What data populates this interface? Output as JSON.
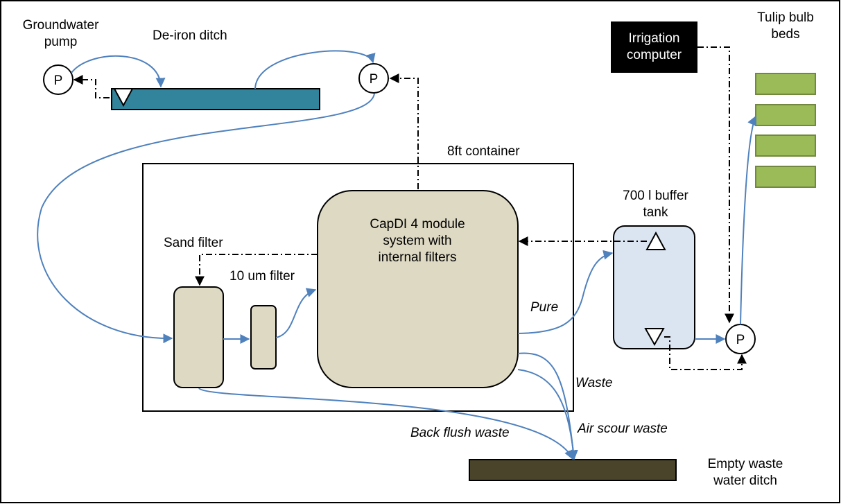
{
  "nodes": {
    "groundwater_pump": "Groundwater pump",
    "deiron_ditch": "De-iron ditch",
    "irrigation_computer": "Irrigation computer",
    "tulip_beds": "Tulip bulb beds",
    "container": "8ft container",
    "capdi": "CapDI 4 module system with internal filters",
    "buffer_tank": "700 l buffer tank",
    "sand_filter": "Sand filter",
    "um_filter": "10 um filter",
    "empty_ditch": "Empty waste water ditch"
  },
  "flows": {
    "pure": "Pure",
    "waste": "Waste",
    "air_scour": "Air scour waste",
    "back_flush": "Back flush waste"
  },
  "pump_symbol": "P",
  "colors": {
    "pipe": "#4f81bd",
    "ditch_water": "#31849b",
    "capdi_fill": "#ddd9c3",
    "buffer_fill": "#dbe5f1",
    "bed_fill": "#9bbb59",
    "waste_ditch": "#4a452a",
    "computer_fill": "#000000"
  }
}
